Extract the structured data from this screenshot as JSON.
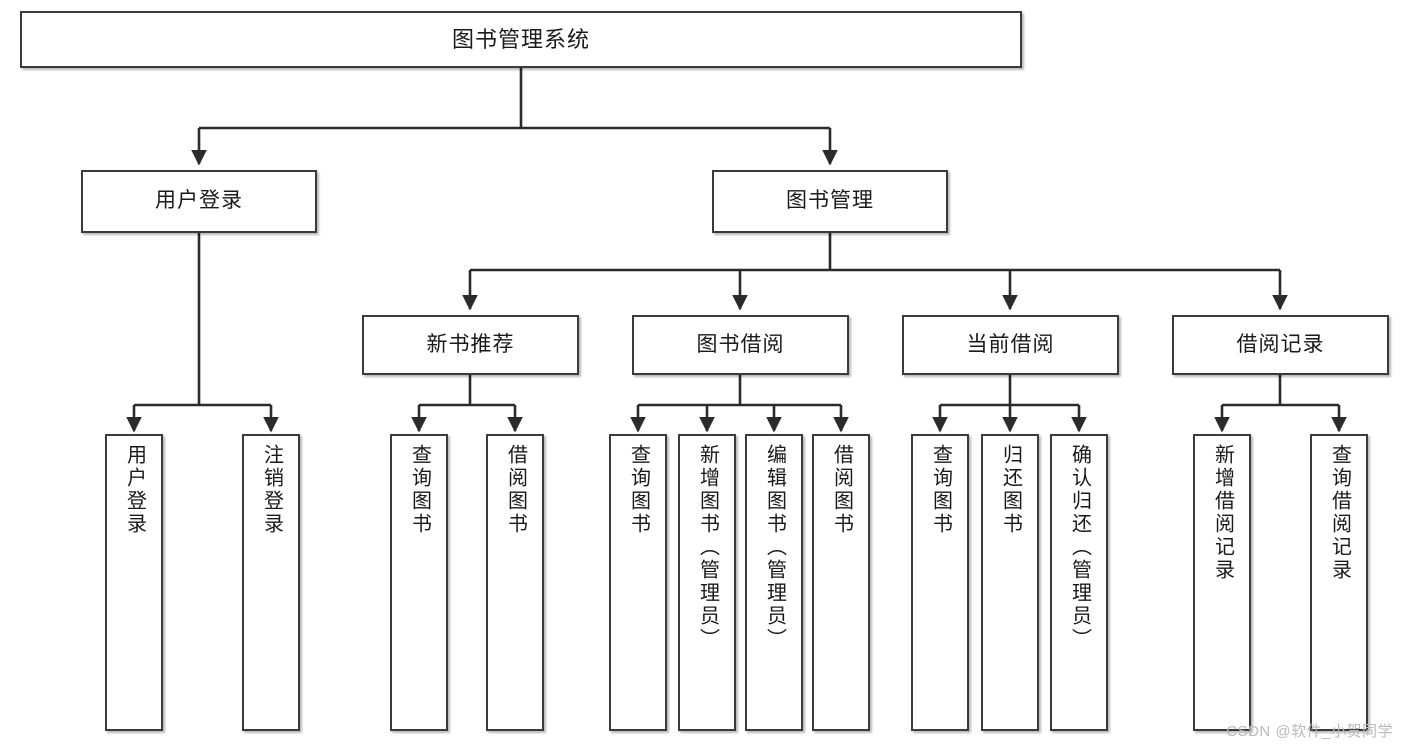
{
  "diagram": {
    "title": "图书管理系统",
    "type": "tree-hierarchy",
    "watermark": "CSDN @软件_小贺同学",
    "colors": {
      "box_border": "#3b3b3b",
      "box_fill": "#ffffff",
      "edge": "#2b2b2b",
      "text": "#1a1a1a",
      "watermark": "#b9b9b9",
      "background": "#ffffff"
    }
  },
  "nodes": {
    "root": {
      "label": "图书管理系统"
    },
    "level2": [
      {
        "id": "user-login",
        "label": "用户登录"
      },
      {
        "id": "book-manage",
        "label": "图书管理"
      }
    ],
    "level3": [
      {
        "id": "new-book-rec",
        "label": "新书推荐"
      },
      {
        "id": "book-borrow",
        "label": "图书借阅"
      },
      {
        "id": "current-borrow",
        "label": "当前借阅"
      },
      {
        "id": "borrow-record",
        "label": "借阅记录"
      }
    ],
    "leaves": {
      "user-login": [
        {
          "id": "leaf-user-login",
          "label": "用户登录"
        },
        {
          "id": "leaf-user-logout",
          "label": "注销登录"
        }
      ],
      "new-book-rec": [
        {
          "id": "leaf-query-book-1",
          "label": "查询图书"
        },
        {
          "id": "leaf-borrow-book-1",
          "label": "借阅图书"
        }
      ],
      "book-borrow": [
        {
          "id": "leaf-query-book-2",
          "label": "查询图书"
        },
        {
          "id": "leaf-add-book",
          "label": "新增图书（管理员）"
        },
        {
          "id": "leaf-edit-book",
          "label": "编辑图书（管理员）"
        },
        {
          "id": "leaf-borrow-book-2",
          "label": "借阅图书"
        }
      ],
      "current-borrow": [
        {
          "id": "leaf-query-book-3",
          "label": "查询图书"
        },
        {
          "id": "leaf-return-book",
          "label": "归还图书"
        },
        {
          "id": "leaf-confirm-return",
          "label": "确认归还（管理员）"
        }
      ],
      "borrow-record": [
        {
          "id": "leaf-add-record",
          "label": "新增借阅记录"
        },
        {
          "id": "leaf-query-record",
          "label": "查询借阅记录"
        }
      ]
    }
  }
}
